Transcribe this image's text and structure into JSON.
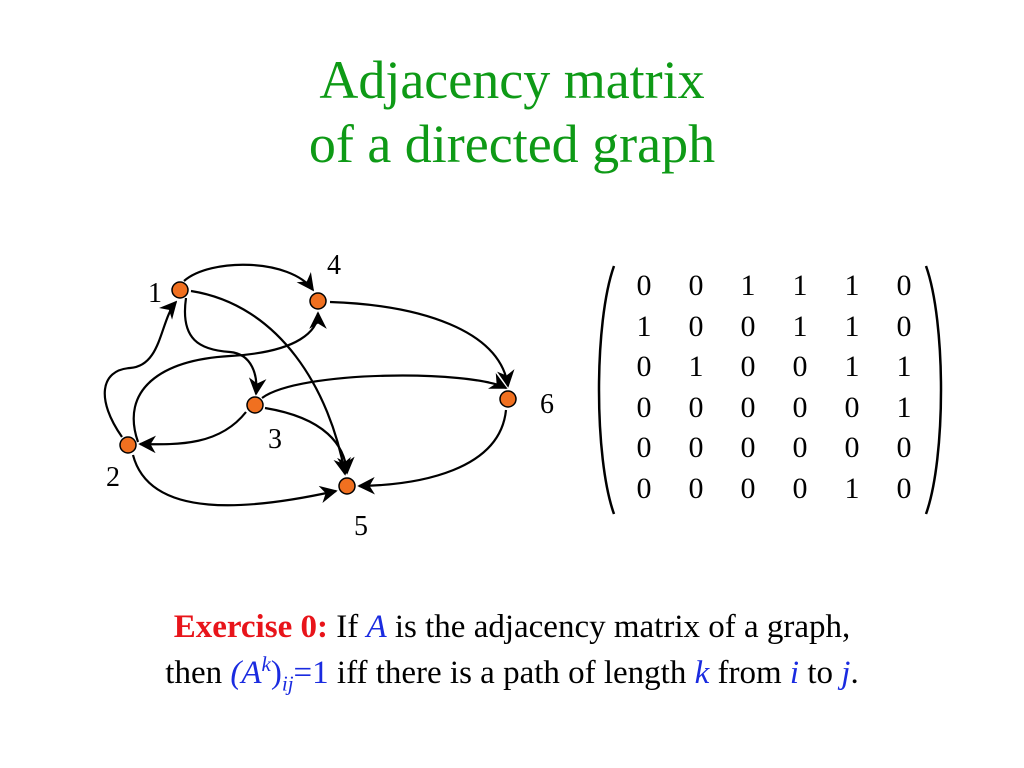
{
  "title": {
    "line1": "Adjacency matrix",
    "line2": "of a directed graph"
  },
  "graph": {
    "nodes": [
      "1",
      "2",
      "3",
      "4",
      "5",
      "6"
    ],
    "node_color": "#f07020",
    "edges": [
      [
        "1",
        "3"
      ],
      [
        "1",
        "4"
      ],
      [
        "1",
        "5"
      ],
      [
        "2",
        "1"
      ],
      [
        "2",
        "4"
      ],
      [
        "2",
        "5"
      ],
      [
        "3",
        "2"
      ],
      [
        "3",
        "5"
      ],
      [
        "3",
        "6"
      ],
      [
        "4",
        "6"
      ],
      [
        "6",
        "5"
      ]
    ]
  },
  "matrix": {
    "rows": [
      [
        "0",
        "0",
        "1",
        "1",
        "1",
        "0"
      ],
      [
        "1",
        "0",
        "0",
        "1",
        "1",
        "0"
      ],
      [
        "0",
        "1",
        "0",
        "0",
        "1",
        "1"
      ],
      [
        "0",
        "0",
        "0",
        "0",
        "0",
        "1"
      ],
      [
        "0",
        "0",
        "0",
        "0",
        "0",
        "0"
      ],
      [
        "0",
        "0",
        "0",
        "0",
        "1",
        "0"
      ]
    ]
  },
  "exercise": {
    "label": "Exercise 0:",
    "t1": " If ",
    "A": "A",
    "t2": " is the adjacency matrix of a graph,",
    "t3": "then ",
    "expr_open": "(A",
    "expr_k": "k",
    "expr_close": ")",
    "expr_ij": "ij",
    "expr_eq": "=1",
    "t4": " iff there is a path of length ",
    "k": "k",
    "t5": " from ",
    "i": "i",
    "t6": " to ",
    "j": "j",
    "t7": "."
  },
  "colors": {
    "title": "#0e9a16",
    "exercise_label": "#e8141a",
    "math": "#1a2be0"
  }
}
